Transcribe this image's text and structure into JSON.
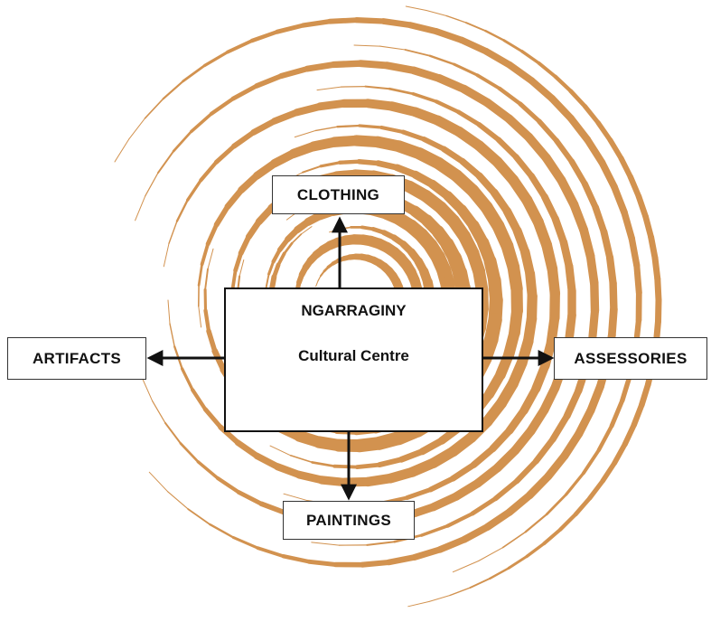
{
  "center": {
    "title": "NGARRAGINY",
    "subtitle": "Cultural Centre"
  },
  "nodes": {
    "top": "CLOTHING",
    "left": "ARTIFACTS",
    "right": "ASSESSORIES",
    "bottom": "PAINTINGS"
  },
  "colors": {
    "swirl": "#d2924f",
    "border": "#111111",
    "background": "#ffffff"
  }
}
